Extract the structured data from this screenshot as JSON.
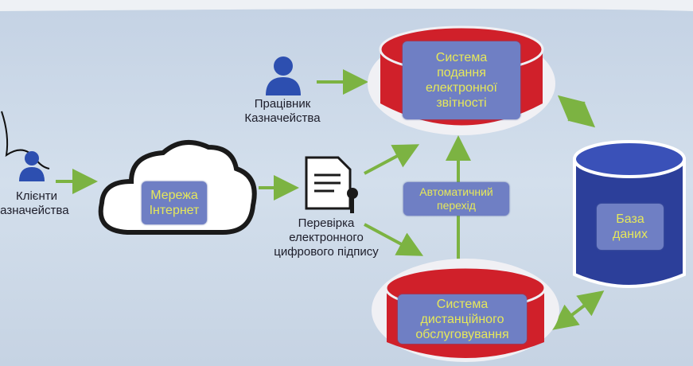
{
  "colors": {
    "arrow": "#7cb342",
    "cylinder_red": "#d0202a",
    "cylinder_blue": "#2c3f9a",
    "box": "#6f7fc4",
    "box_text": "#e6e85a"
  },
  "clients": {
    "line1": "Клієнти",
    "line2": "Казначейства"
  },
  "internet": {
    "line1": "Мережа",
    "line2": "Інтернет"
  },
  "worker": {
    "line1": "Працівник",
    "line2": "Казначейства"
  },
  "signature": {
    "line1": "Перевірка",
    "line2": "електронного",
    "line3": "цифрового підпису"
  },
  "reporting": {
    "line1": "Система",
    "line2": "подання",
    "line3": "електронної",
    "line4": "звітності"
  },
  "remote": {
    "line1": "Система",
    "line2": "дистанційного",
    "line3": "обслуговування"
  },
  "auto": {
    "line1": "Автоматичний",
    "line2": "перехід"
  },
  "database": {
    "line1": "База",
    "line2": "даних"
  }
}
